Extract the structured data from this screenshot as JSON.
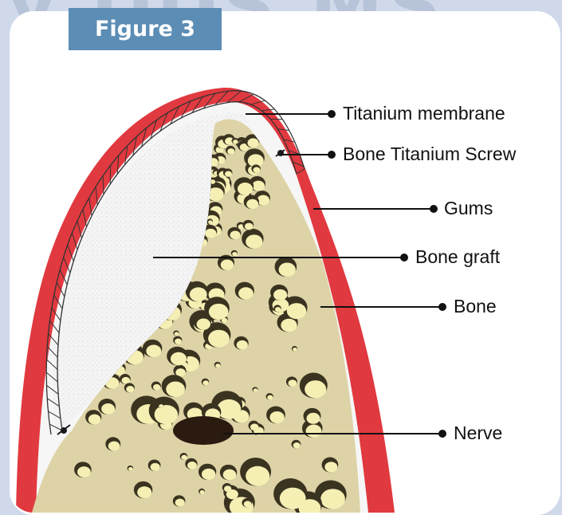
{
  "watermark": "y DDS MS",
  "figure": {
    "title": "Figure 3"
  },
  "labels": {
    "titanium_membrane": "Titanium membrane",
    "bone_titanium_screw": "Bone Titanium Screw",
    "gums": "Gums",
    "bone_graft": "Bone graft",
    "bone": "Bone",
    "nerve": "Nerve"
  },
  "colors": {
    "gum": "#e0393f",
    "bone": "#ddd3a6",
    "graft": "#f3f3f3",
    "pore": "#f5efb4",
    "pore_shadow": "#3a3320",
    "nerve": "#2b1a10",
    "tab": "#5b8db5"
  }
}
